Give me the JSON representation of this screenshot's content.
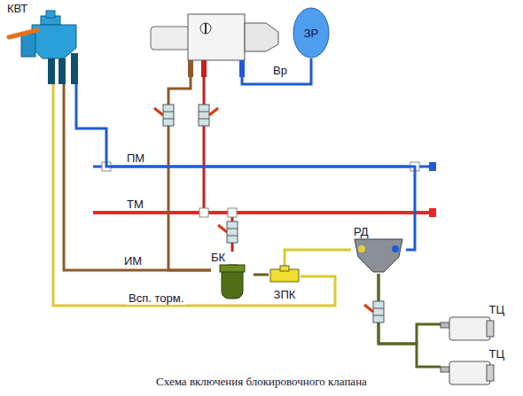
{
  "diagram": {
    "caption": "Схема включения блокировочного клапана",
    "nodes": [
      {
        "text": [
          "КВТ"
        ]
      },
      {
        "text": [
          "Вр"
        ]
      },
      {
        "text": [
          "ЗР"
        ]
      },
      {
        "text": [
          "БК"
        ]
      },
      {
        "text": [
          "ЗПК"
        ]
      },
      {
        "text": [
          "РД"
        ]
      },
      {
        "text": [
          "ТЦ"
        ]
      },
      {
        "text": [
          "ТЦ"
        ]
      }
    ],
    "edges": [
      {
        "from": 0,
        "to": 4,
        "arrow": "none",
        "label": "Всп. торм."
      },
      {
        "from": 0,
        "to": 3,
        "arrow": "none"
      },
      {
        "from": 1,
        "to": 2,
        "arrow": "none"
      },
      {
        "from": 1,
        "to": 3,
        "arrow": "none"
      },
      {
        "from": 3,
        "to": 4,
        "arrow": "none"
      },
      {
        "from": 4,
        "to": 5,
        "arrow": "none"
      },
      {
        "from": 5,
        "to": 6,
        "arrow": "none"
      },
      {
        "from": 5,
        "to": 7,
        "arrow": "none"
      },
      {
        "from": 0,
        "to": 5,
        "arrow": "none"
      }
    ],
    "labels": [
      "ПМ",
      "ТМ",
      "ИМ"
    ]
  }
}
